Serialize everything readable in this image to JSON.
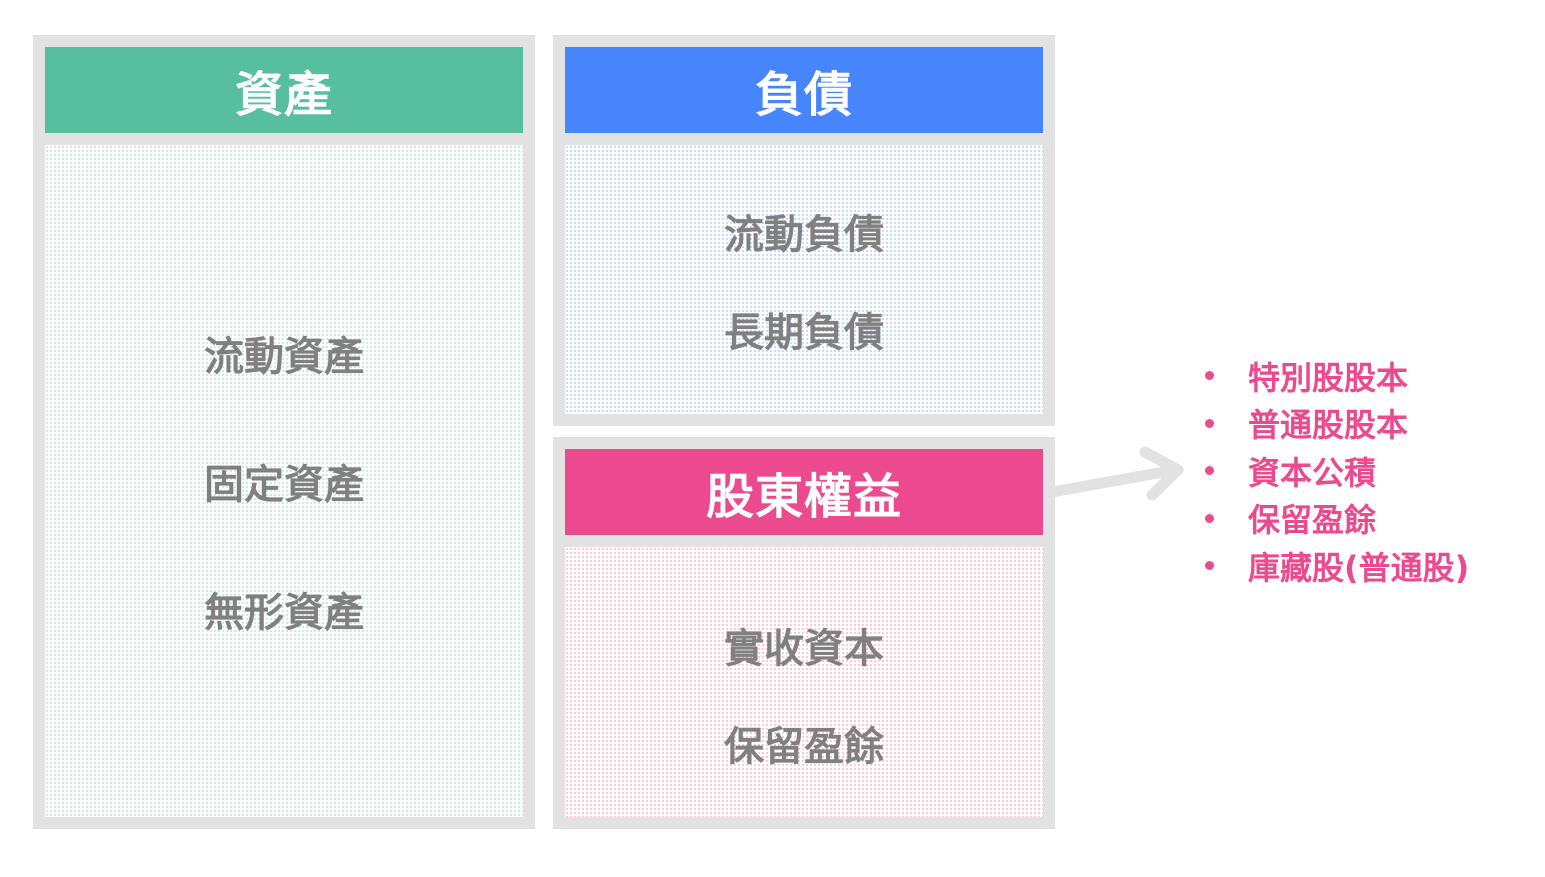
{
  "colors": {
    "assets": "#58bf9e",
    "liabilities": "#4685fb",
    "equity": "#ec4a8e",
    "panel_border": "#e2e2e2",
    "item_text": "#808080",
    "arrow": "#e2e2e2"
  },
  "assets": {
    "title": "資產",
    "items": [
      "流動資產",
      "固定資產",
      "無形資產"
    ]
  },
  "liabilities": {
    "title": "負債",
    "items": [
      "流動負債",
      "長期負債"
    ]
  },
  "equity": {
    "title": "股東權益",
    "items": [
      "實收資本",
      "保留盈餘"
    ]
  },
  "equity_details": {
    "arrow_icon": "arrow-right-icon",
    "items": [
      "特別股股本",
      "普通股股本",
      "資本公積",
      "保留盈餘",
      "庫藏股(普通股)"
    ]
  }
}
